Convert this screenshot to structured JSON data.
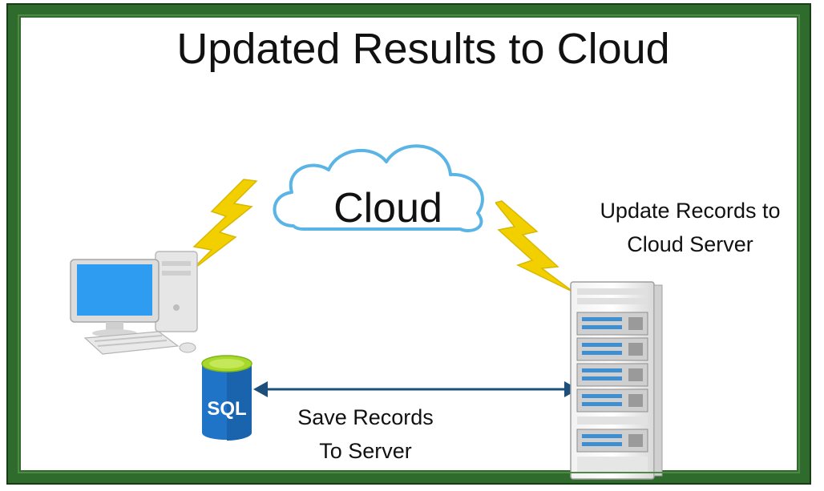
{
  "title": "Updated Results to Cloud",
  "cloud": {
    "label": "Cloud"
  },
  "update_records": {
    "line1": "Update Records to",
    "line2": "Cloud Server"
  },
  "save_records": {
    "line1": "Save Records",
    "line2": "To Server"
  },
  "sql_db": {
    "label": "SQL"
  },
  "colors": {
    "frame": "#2f6b2c",
    "cloud_outline": "#5bb4e6",
    "lightning": "#f2d000",
    "arrow": "#1c4f7a",
    "sql_blue": "#1f74c8",
    "sql_top": "#a8d82a",
    "monitor_screen": "#2e9cf0"
  }
}
